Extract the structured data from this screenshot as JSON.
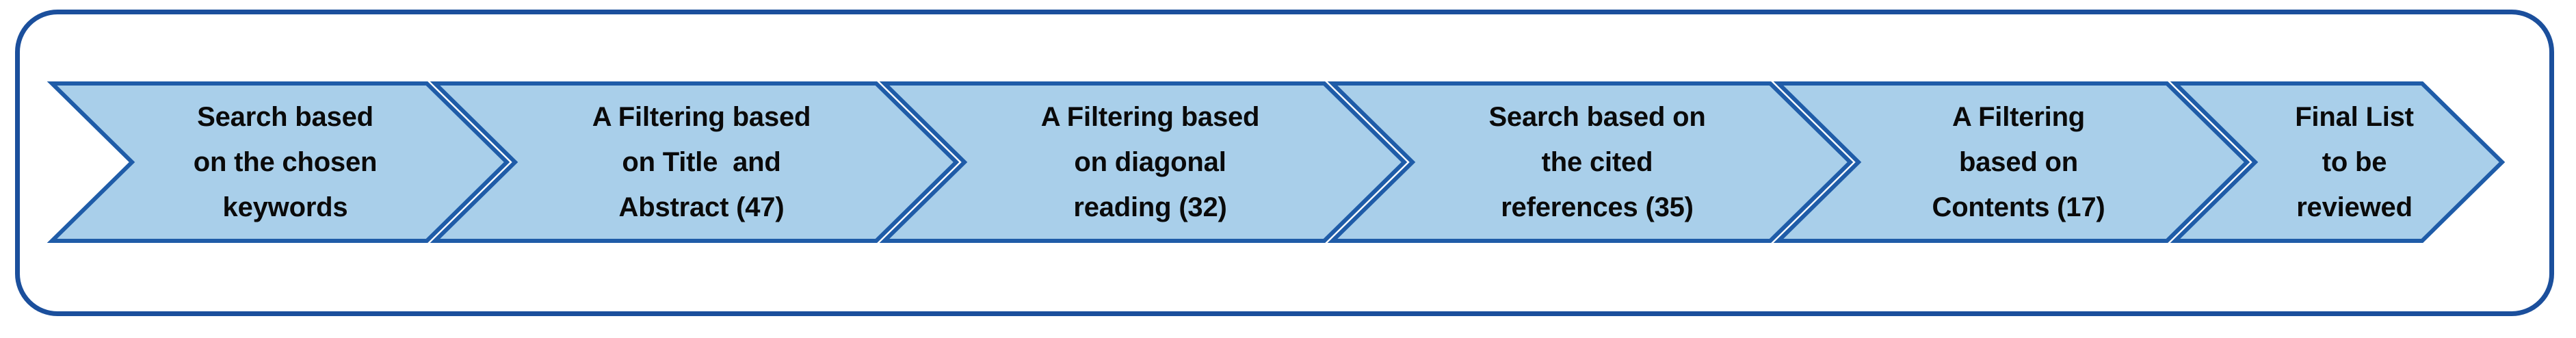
{
  "diagram": {
    "title": "Literature selection process flow",
    "type": "chevron-process-flow",
    "colors": {
      "frame_border": "#1B4F9C",
      "chevron_fill": "#A9CFEA",
      "chevron_border": "#1F5CA8",
      "text": "#0A0A0A",
      "background": "#FFFFFF"
    },
    "steps": [
      {
        "index": 1,
        "name": "search-keywords",
        "lines": [
          "Search based",
          "on the chosen",
          "keywords"
        ],
        "count": null
      },
      {
        "index": 2,
        "name": "filter-title-abstract",
        "lines": [
          "A Filtering based",
          "on Title  and",
          "Abstract (47)"
        ],
        "count": 47
      },
      {
        "index": 3,
        "name": "filter-diagonal-reading",
        "lines": [
          "A Filtering based",
          "on diagonal",
          "reading (32)"
        ],
        "count": 32
      },
      {
        "index": 4,
        "name": "search-cited-references",
        "lines": [
          "Search based on",
          "the cited",
          "references (35)"
        ],
        "count": 35
      },
      {
        "index": 5,
        "name": "filter-contents",
        "lines": [
          "A Filtering",
          "based on",
          "Contents (17)"
        ],
        "count": 17
      },
      {
        "index": 6,
        "name": "final-list",
        "lines": [
          "Final List",
          "to be",
          "reviewed"
        ],
        "count": null
      }
    ]
  }
}
